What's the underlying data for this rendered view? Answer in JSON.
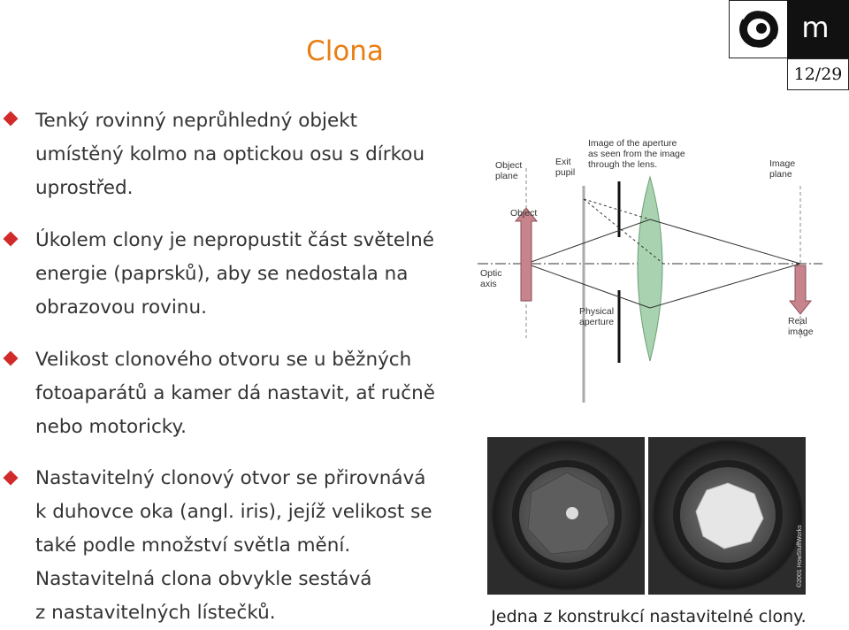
{
  "slide": {
    "title": "Clona",
    "logo_text": "m p",
    "page_number": "12/29"
  },
  "bullets": [
    {
      "lines": [
        "Tenký rovinný neprůhledný objekt",
        "umístěný kolmo na optickou osu s dírkou",
        "uprostřed."
      ]
    },
    {
      "lines": [
        "Úkolem clony je nepropustit část světelné",
        "energie (paprsků), aby se nedostala na",
        "obrazovou rovinu."
      ]
    },
    {
      "lines": [
        "Velikost clonového otvoru se u běžných",
        "fotoaparátů a kamer dá nastavit, ať ručně",
        "nebo motoricky."
      ]
    },
    {
      "lines": [
        "Nastavitelný clonový otvor se přirovnává",
        "k duhovce oka (angl. iris), jejíž velikost se",
        "také podle množství světla mění.",
        "Nastavitelná clona obvykle sestává",
        "z nastavitelných lístečků."
      ]
    }
  ],
  "diagram": {
    "object_plane": [
      "Object",
      "plane"
    ],
    "exit_pupil": [
      "Exit",
      "pupil"
    ],
    "aperture_image": [
      "Image of the aperture",
      "as seen from the image",
      "through the lens."
    ],
    "image_plane": [
      "Image",
      "plane"
    ],
    "object": "Object",
    "optic_axis": [
      "Optic",
      "axis"
    ],
    "physical_aperture": [
      "Physical",
      "aperture"
    ],
    "real_image": [
      "Real",
      "image"
    ]
  },
  "photo": {
    "watermark": "©2001 HowStuffWorks"
  },
  "caption": "Jedna z konstrukcí nastavitelné clony.",
  "colors": {
    "title": "#e97e12",
    "bullet": "#d12a2a",
    "lens": "#a9d3b0",
    "arrow": "#c7848c"
  }
}
